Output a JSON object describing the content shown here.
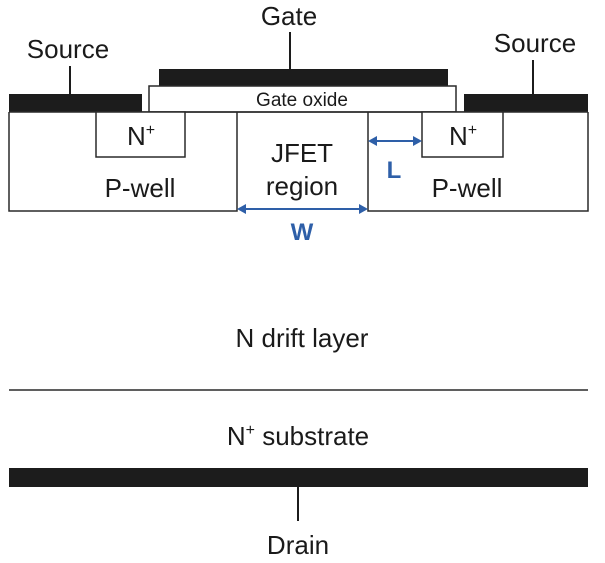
{
  "labels": {
    "gate": "Gate",
    "source_left": "Source",
    "source_right": "Source",
    "gate_oxide": "Gate oxide",
    "nplus_left": "N",
    "nplus_right": "N",
    "superscript_plus": "+",
    "pwell_left": "P-well",
    "pwell_right": "P-well",
    "jfet_line1": "JFET",
    "jfet_line2": "region",
    "dim_L": "L",
    "dim_W": "W",
    "drift_layer": "N drift layer",
    "substrate_n": "N",
    "substrate_rest": " substrate",
    "drain": "Drain"
  },
  "colors": {
    "metal": "#1c1c1c",
    "outline": "#2a2a2a",
    "dimension": "#2e5fa8"
  }
}
